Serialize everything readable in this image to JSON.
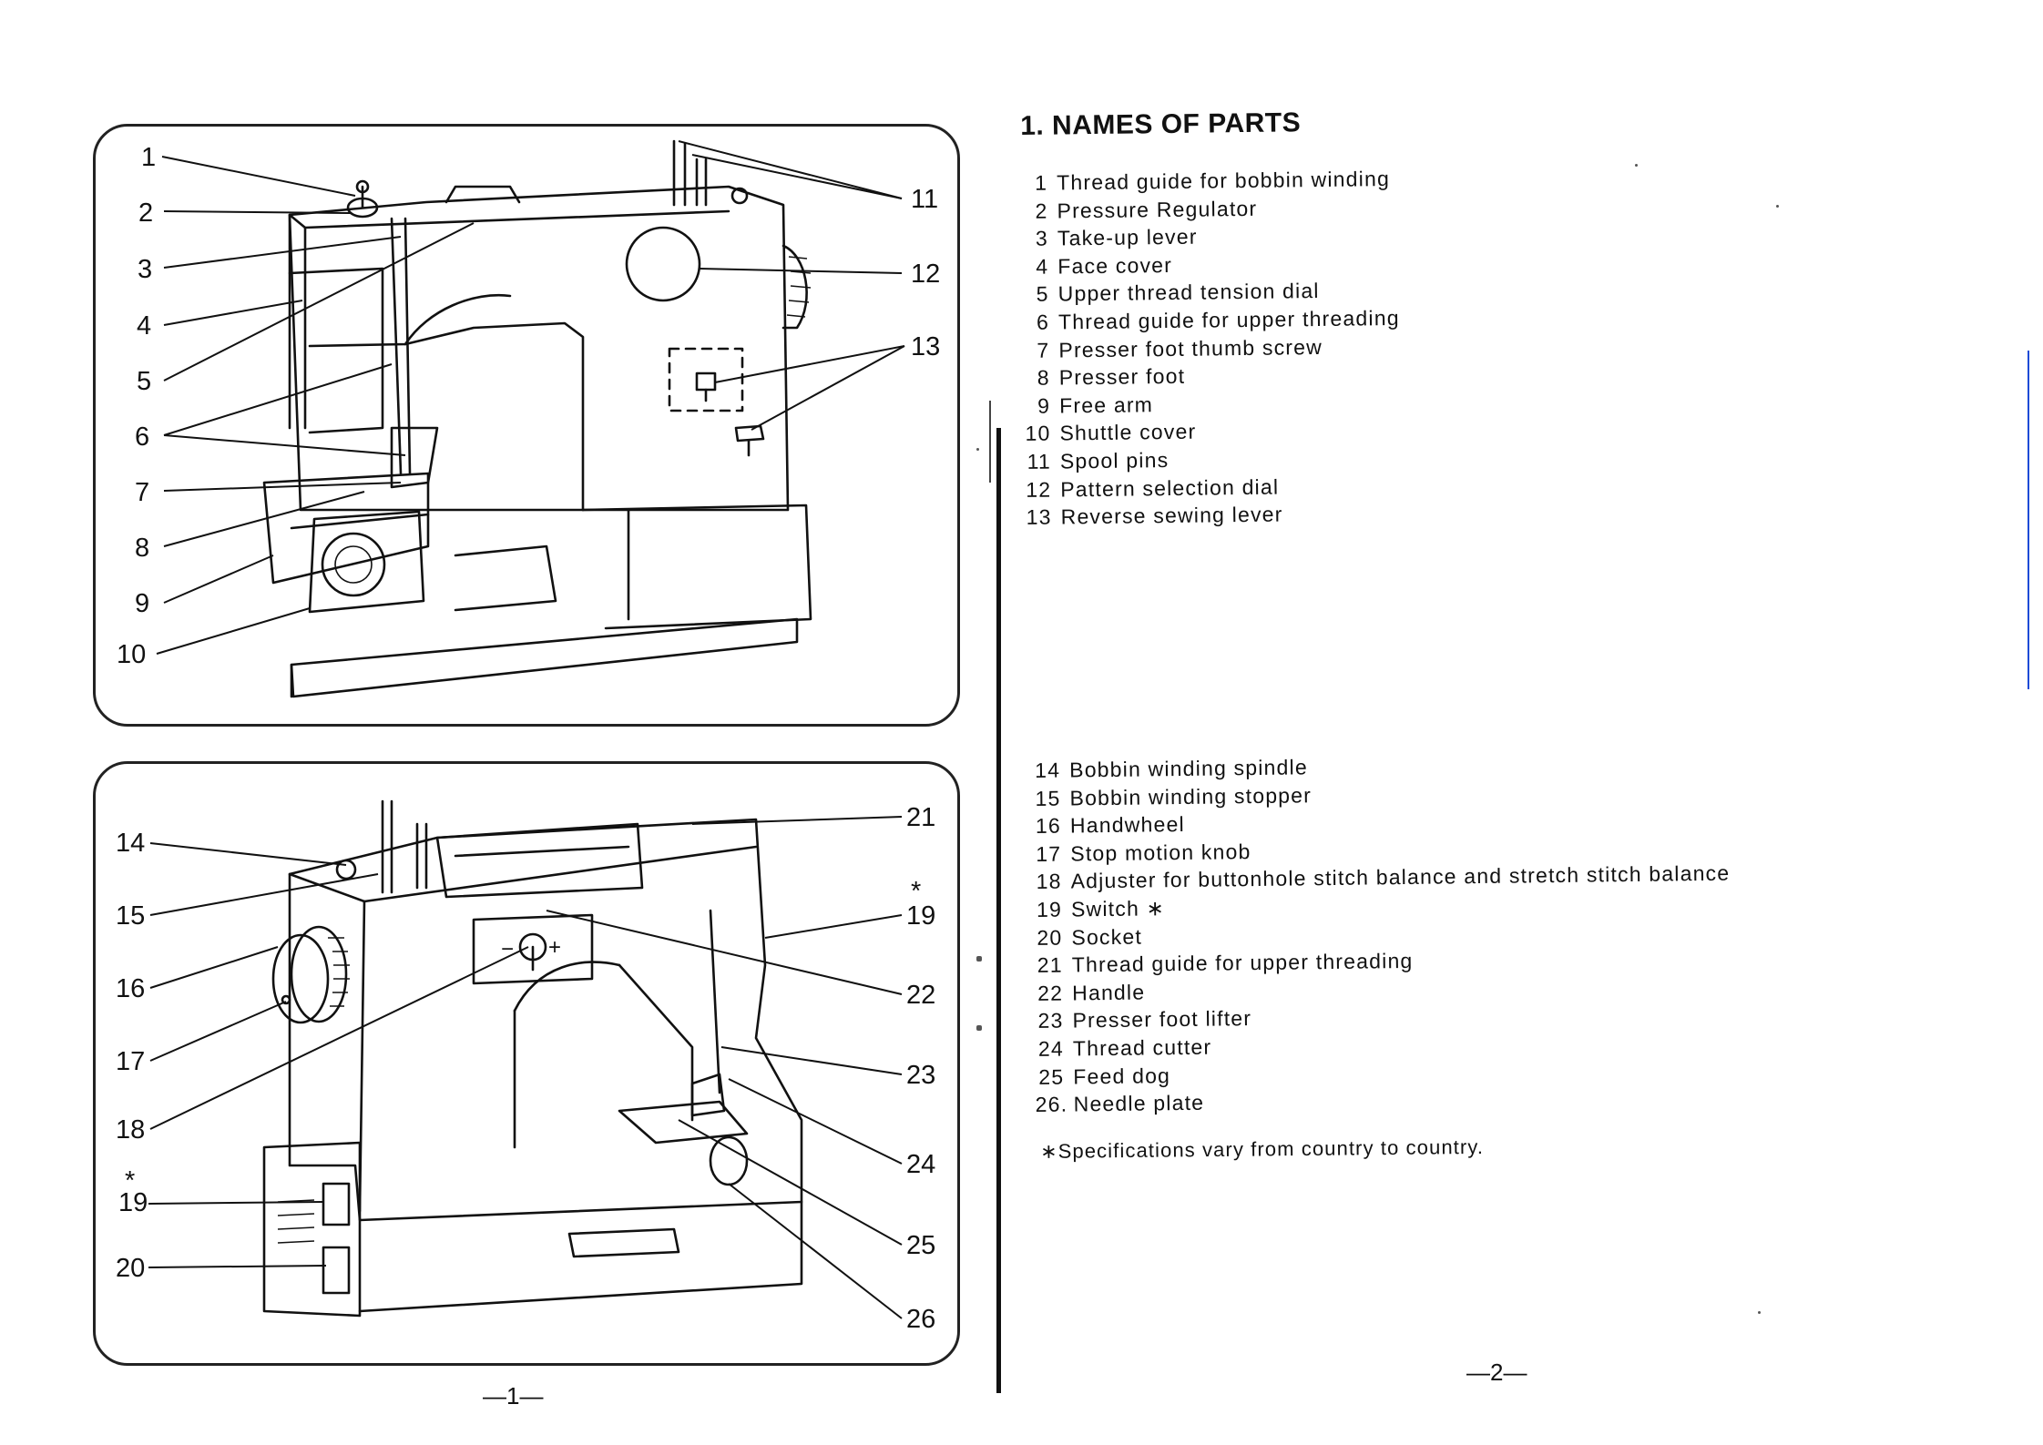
{
  "figures": {
    "top": {
      "callouts_left": [
        "1",
        "2",
        "3",
        "4",
        "5",
        "6",
        "7",
        "8",
        "9",
        "10"
      ],
      "callouts_right": [
        "11",
        "12",
        "13"
      ]
    },
    "bottom": {
      "callouts_left": [
        "14",
        "15",
        "16",
        "17",
        "18",
        "*",
        "19",
        "20"
      ],
      "callouts_right": [
        "21",
        "*",
        "19",
        "22",
        "23",
        "24",
        "25",
        "26"
      ],
      "dial_minus": "−",
      "dial_plus": "+"
    }
  },
  "heading": "1. NAMES OF PARTS",
  "parts_list_1": [
    {
      "num": "1",
      "name": "Thread guide for bobbin winding"
    },
    {
      "num": "2",
      "name": "Pressure Regulator"
    },
    {
      "num": "3",
      "name": "Take-up lever"
    },
    {
      "num": "4",
      "name": "Face cover"
    },
    {
      "num": "5",
      "name": "Upper thread tension dial"
    },
    {
      "num": "6",
      "name": "Thread guide for upper threading"
    },
    {
      "num": "7",
      "name": "Presser foot thumb screw"
    },
    {
      "num": "8",
      "name": "Presser foot"
    },
    {
      "num": "9",
      "name": "Free arm"
    },
    {
      "num": "10",
      "name": "Shuttle cover"
    },
    {
      "num": "11",
      "name": "Spool pins"
    },
    {
      "num": "12",
      "name": "Pattern selection dial"
    },
    {
      "num": "13",
      "name": "Reverse sewing lever"
    }
  ],
  "parts_list_2": [
    {
      "num": "14",
      "name": "Bobbin winding spindle"
    },
    {
      "num": "15",
      "name": "Bobbin winding stopper"
    },
    {
      "num": "16",
      "name": "Handwheel"
    },
    {
      "num": "17",
      "name": "Stop motion knob"
    },
    {
      "num": "18",
      "name": "Adjuster for buttonhole stitch balance and stretch stitch balance"
    },
    {
      "num": "19",
      "name": "Switch ∗"
    },
    {
      "num": "20",
      "name": "Socket"
    },
    {
      "num": "21",
      "name": "Thread guide for upper threading"
    },
    {
      "num": "22",
      "name": "Handle"
    },
    {
      "num": "23",
      "name": "Presser foot lifter"
    },
    {
      "num": "24",
      "name": "Thread cutter"
    },
    {
      "num": "25",
      "name": "Feed dog"
    },
    {
      "num": "26.",
      "name": "Needle plate"
    }
  ],
  "footnote": "∗Specifications vary from country to country.",
  "page_left": "—1—",
  "page_right": "—2—"
}
